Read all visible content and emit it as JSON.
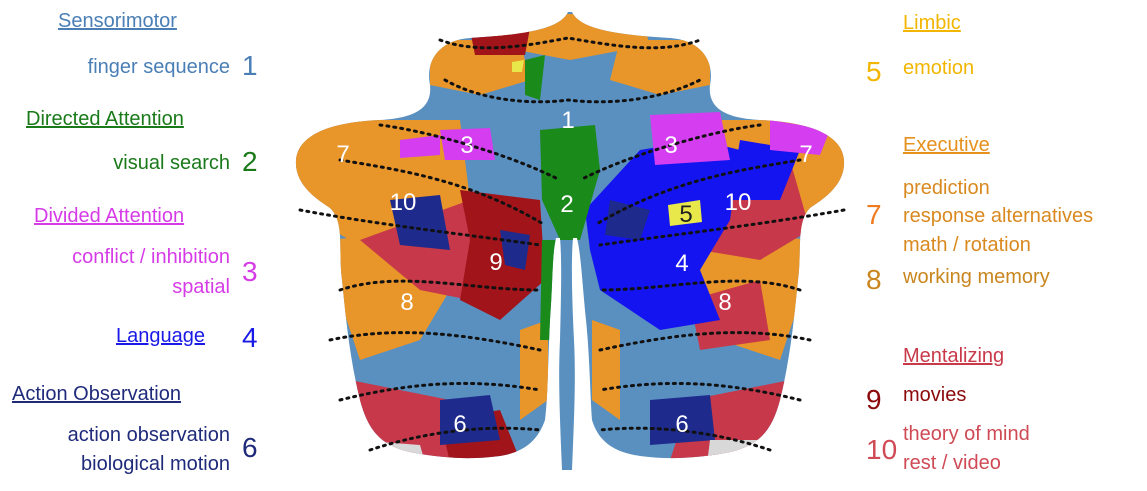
{
  "colors": {
    "sensorimotor": "#4a7fb6",
    "directed_attention": "#1a7a1a",
    "divided_attention": "#d63be8",
    "language": "#1a1ae6",
    "action_observation": "#1f2b7a",
    "limbic": "#f2b600",
    "executive_heading": "#e6901e",
    "executive_tasks": "#d9891f",
    "executive_num_7": "#f07a1e",
    "working_memory": "#c9861f",
    "mentalizing_heading": "#c8394a",
    "movies": "#8b0b0b",
    "tom": "#cf4a55",
    "map_orange": "#e8952a",
    "map_steelblue": "#5a90c0",
    "map_red": "#c6384a",
    "map_darkred": "#a0141a",
    "map_blue": "#1414f0",
    "map_navy": "#1e2a8c",
    "map_magenta": "#d43ef0",
    "map_green": "#1a8a1a",
    "map_yellow": "#e9e84a"
  },
  "left_legend": {
    "sensorimotor": {
      "heading": "Sensorimotor",
      "tasks": [
        "finger sequence"
      ],
      "number": "1"
    },
    "directed_attention": {
      "heading": "Directed Attention",
      "tasks": [
        "visual search"
      ],
      "number": "2"
    },
    "divided_attention": {
      "heading": "Divided Attention",
      "tasks": [
        "conflict / inhibition",
        "spatial"
      ],
      "number": "3"
    },
    "language": {
      "heading": "Language",
      "number": "4"
    },
    "action_observation": {
      "heading": "Action Observation",
      "tasks": [
        "action observation",
        "biological motion"
      ],
      "number": "6"
    }
  },
  "right_legend": {
    "limbic": {
      "heading": "Limbic",
      "number": "5",
      "tasks": [
        "emotion"
      ]
    },
    "executive": {
      "heading": "Executive",
      "tasks_7": [
        "prediction",
        "response alternatives",
        "math / rotation"
      ],
      "number_7": "7",
      "number_8": "8",
      "task_8": "working memory"
    },
    "mentalizing": {
      "heading": "Mentalizing",
      "number_9": "9",
      "task_9": "movies",
      "number_10": "10",
      "tasks_10": [
        "theory of mind",
        "rest / video"
      ]
    }
  },
  "map_labels": [
    "1",
    "2",
    "3",
    "3",
    "4",
    "5",
    "6",
    "6",
    "7",
    "7",
    "8",
    "8",
    "9",
    "10",
    "10"
  ]
}
